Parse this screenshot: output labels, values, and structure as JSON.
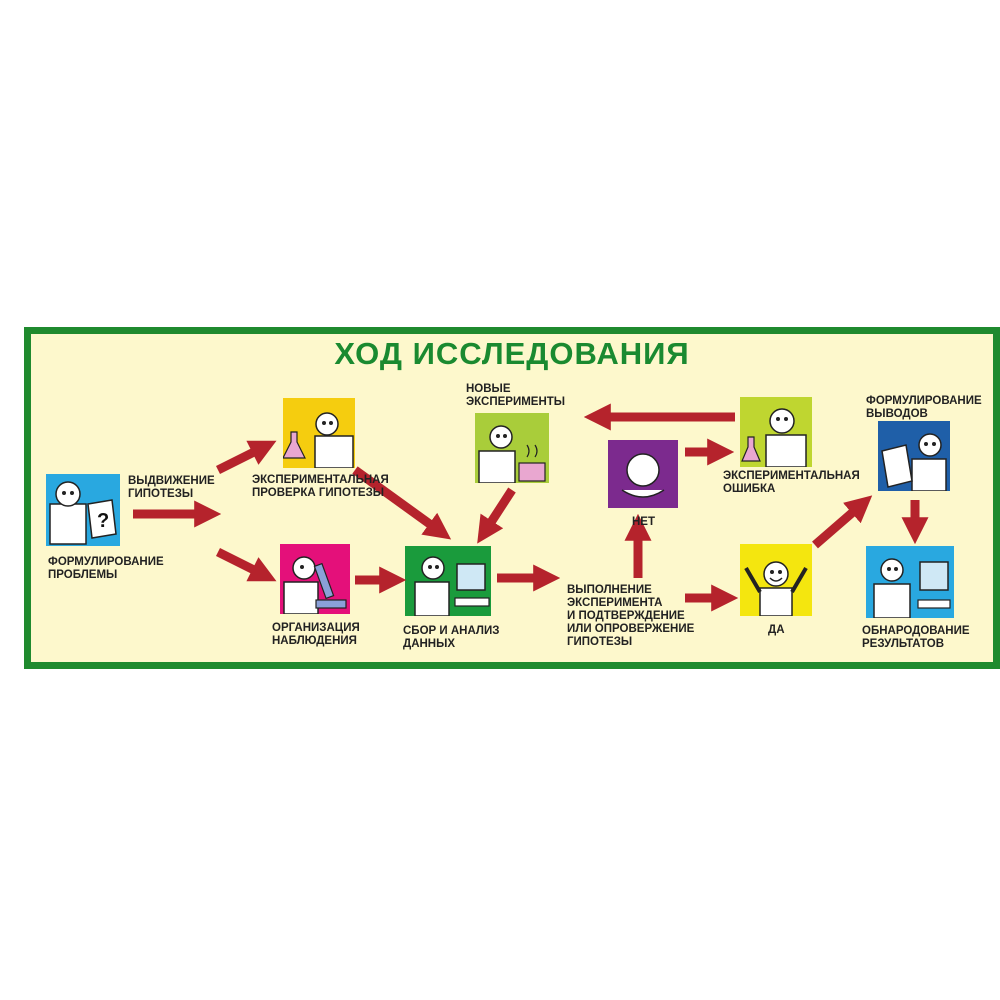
{
  "title": "ХОД ИССЛЕДОВАНИЯ",
  "colors": {
    "frame": "#1f8a2e",
    "background": "#fdf8cc",
    "arrow": "#b5232c",
    "title": "#1a8a30"
  },
  "steps": {
    "formulate_problem": {
      "line1": "ФОРМУЛИРОВАНИЕ",
      "line2": "ПРОБЛЕМЫ",
      "tile_color": "#29a8e0",
      "icon": "question-paper-icon"
    },
    "hypothesis": {
      "line1": "ВЫДВИЖЕНИЕ",
      "line2": "ГИПОТЕЗЫ"
    },
    "experimental_check": {
      "line1": "ЭКСПЕРИМЕНТАЛЬНАЯ",
      "line2": "ПРОВЕРКА ГИПОТЕЗЫ",
      "tile_color": "#f5cd0f",
      "icon": "flask-experiment-icon"
    },
    "observation": {
      "line1": "ОРГАНИЗАЦИЯ",
      "line2": "НАБЛЮДЕНИЯ",
      "tile_color": "#e4107a",
      "icon": "microscope-icon"
    },
    "data_analysis": {
      "line1": "СБОР И АНАЛИЗ",
      "line2": "ДАННЫХ",
      "tile_color": "#1a9b3c",
      "icon": "computer-icon"
    },
    "new_experiments": {
      "line1": "НОВЫЕ",
      "line2": "ЭКСПЕРИМЕНТЫ",
      "tile_color": "#a9cd3a",
      "icon": "beaker-icon"
    },
    "no": {
      "label": "НЕТ",
      "tile_color": "#7c2a8e",
      "icon": "head-down-icon"
    },
    "execution": {
      "line1": "ВЫПОЛНЕНИЕ",
      "line2": "ЭКСПЕРИМЕНТА",
      "line3": "И ПОДТВЕРЖДЕНИЕ",
      "line4": "ИЛИ ОПРОВЕРЖЕНИЕ",
      "line5": "ГИПОТЕЗЫ"
    },
    "error": {
      "line1": "ЭКСПЕРИМЕНТАЛЬНАЯ",
      "line2": "ОШИБКА",
      "tile_color": "#bfd630",
      "icon": "flask-error-icon"
    },
    "yes": {
      "label": "ДА",
      "tile_color": "#f4e60f",
      "icon": "cheering-person-icon"
    },
    "conclusions": {
      "line1": "ФОРМУЛИРОВАНИЕ",
      "line2": "ВЫВОДОВ",
      "tile_color": "#1f5fa8",
      "icon": "paper-icon"
    },
    "publish": {
      "line1": "ОБНАРОДОВАНИЕ",
      "line2": "РЕЗУЛЬТАТОВ",
      "tile_color": "#29a8e0",
      "icon": "computer-icon"
    }
  }
}
